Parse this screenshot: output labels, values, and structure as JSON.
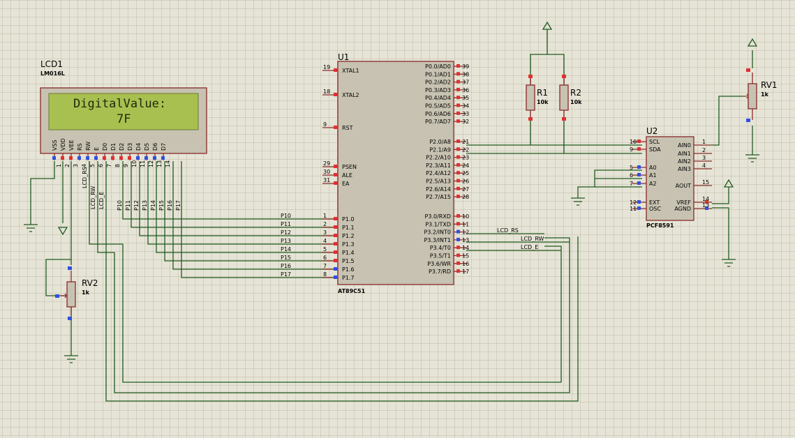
{
  "lcd": {
    "ref": "LCD1",
    "part": "LM016L",
    "line1": "DigitalValue:",
    "line2": "7F",
    "pins": [
      "VSS",
      "VDD",
      "VEE",
      "RS",
      "RW",
      "E",
      "D0",
      "D1",
      "D2",
      "D3",
      "D4",
      "D5",
      "D6",
      "D7"
    ],
    "pin_nums": [
      "1",
      "2",
      "3",
      "4",
      "5",
      "6",
      "7",
      "8",
      "9",
      "10",
      "11",
      "12",
      "13",
      "14"
    ]
  },
  "mcu": {
    "ref": "U1",
    "part": "AT89C51",
    "left_pins": [
      {
        "num": "19",
        "name": "XTAL1"
      },
      {
        "num": "18",
        "name": "XTAL2"
      },
      {
        "num": "9",
        "name": "RST"
      },
      {
        "num": "29",
        "name": "PSEN"
      },
      {
        "num": "30",
        "name": "ALE"
      },
      {
        "num": "31",
        "name": "EA"
      },
      {
        "num": "1",
        "name": "P1.0",
        "net": "P10"
      },
      {
        "num": "2",
        "name": "P1.1",
        "net": "P11"
      },
      {
        "num": "3",
        "name": "P1.2",
        "net": "P12"
      },
      {
        "num": "4",
        "name": "P1.3",
        "net": "P13"
      },
      {
        "num": "5",
        "name": "P1.4",
        "net": "P14"
      },
      {
        "num": "6",
        "name": "P1.5",
        "net": "P15"
      },
      {
        "num": "7",
        "name": "P1.6",
        "net": "P16"
      },
      {
        "num": "8",
        "name": "P1.7",
        "net": "P17"
      }
    ],
    "right_pins": [
      {
        "num": "39",
        "name": "P0.0/AD0"
      },
      {
        "num": "38",
        "name": "P0.1/AD1"
      },
      {
        "num": "37",
        "name": "P0.2/AD2"
      },
      {
        "num": "36",
        "name": "P0.3/AD3"
      },
      {
        "num": "35",
        "name": "P0.4/AD4"
      },
      {
        "num": "34",
        "name": "P0.5/AD5"
      },
      {
        "num": "33",
        "name": "P0.6/AD6"
      },
      {
        "num": "32",
        "name": "P0.7/AD7"
      },
      {
        "num": "21",
        "name": "P2.0/A8"
      },
      {
        "num": "22",
        "name": "P2.1/A9"
      },
      {
        "num": "23",
        "name": "P2.2/A10"
      },
      {
        "num": "24",
        "name": "P2.3/A11"
      },
      {
        "num": "25",
        "name": "P2.4/A12"
      },
      {
        "num": "26",
        "name": "P2.5/A13"
      },
      {
        "num": "27",
        "name": "P2.6/A14"
      },
      {
        "num": "28",
        "name": "P2.7/A15"
      },
      {
        "num": "10",
        "name": "P3.0/RXD"
      },
      {
        "num": "11",
        "name": "P3.1/TXD"
      },
      {
        "num": "12",
        "name": "P3.2/INT0"
      },
      {
        "num": "13",
        "name": "P3.3/INT1"
      },
      {
        "num": "14",
        "name": "P3.4/T0"
      },
      {
        "num": "15",
        "name": "P3.5/T1"
      },
      {
        "num": "16",
        "name": "P3.6/WR"
      },
      {
        "num": "17",
        "name": "P3.7/RD"
      }
    ]
  },
  "adc": {
    "ref": "U2",
    "part": "PCF8591",
    "left_pins": [
      {
        "num": "10",
        "name": "SCL"
      },
      {
        "num": "9",
        "name": "SDA"
      },
      {
        "num": "5",
        "name": "A0"
      },
      {
        "num": "6",
        "name": "A1"
      },
      {
        "num": "7",
        "name": "A2"
      },
      {
        "num": "12",
        "name": "EXT"
      },
      {
        "num": "11",
        "name": "OSC"
      }
    ],
    "right_pins": [
      {
        "num": "1",
        "name": "AIN0"
      },
      {
        "num": "2",
        "name": "AIN1"
      },
      {
        "num": "3",
        "name": "AIN2"
      },
      {
        "num": "4",
        "name": "AIN3"
      },
      {
        "num": "15",
        "name": "AOUT"
      },
      {
        "num": "14",
        "name": "VREF"
      },
      {
        "num": "13",
        "name": "AGND"
      }
    ]
  },
  "resistors": [
    {
      "ref": "R1",
      "value": "10k"
    },
    {
      "ref": "R2",
      "value": "10k"
    }
  ],
  "pots": [
    {
      "ref": "RV1",
      "value": "1k"
    },
    {
      "ref": "RV2",
      "value": "1k"
    }
  ],
  "nets": {
    "lcd_rs": "LCD_RS",
    "lcd_rw": "LCD_RW",
    "lcd_e": "LCD_E"
  }
}
